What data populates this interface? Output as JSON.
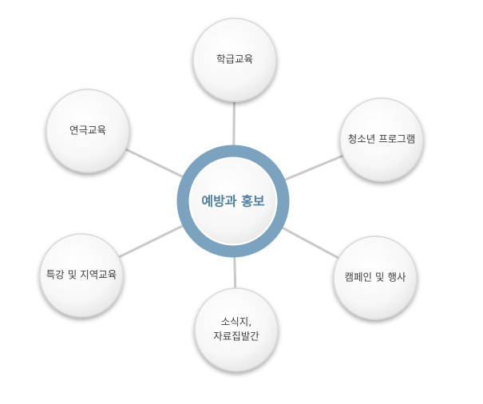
{
  "center": {
    "label": "예방과 홍보",
    "ring_color": "#7ba2bf",
    "text_color": "#4d7ea3"
  },
  "nodes": [
    {
      "id": "school-education",
      "lines": [
        "학급교육"
      ]
    },
    {
      "id": "youth-program",
      "lines": [
        "청소년 프로그램"
      ]
    },
    {
      "id": "campaign-events",
      "lines": [
        "캠페인 및 행사"
      ]
    },
    {
      "id": "newsletter-publication",
      "lines": [
        "소식지,",
        "자료집발간"
      ]
    },
    {
      "id": "special-regional-education",
      "lines": [
        "특강 및 지역교육"
      ]
    },
    {
      "id": "drama-education",
      "lines": [
        "연극교육"
      ]
    }
  ]
}
